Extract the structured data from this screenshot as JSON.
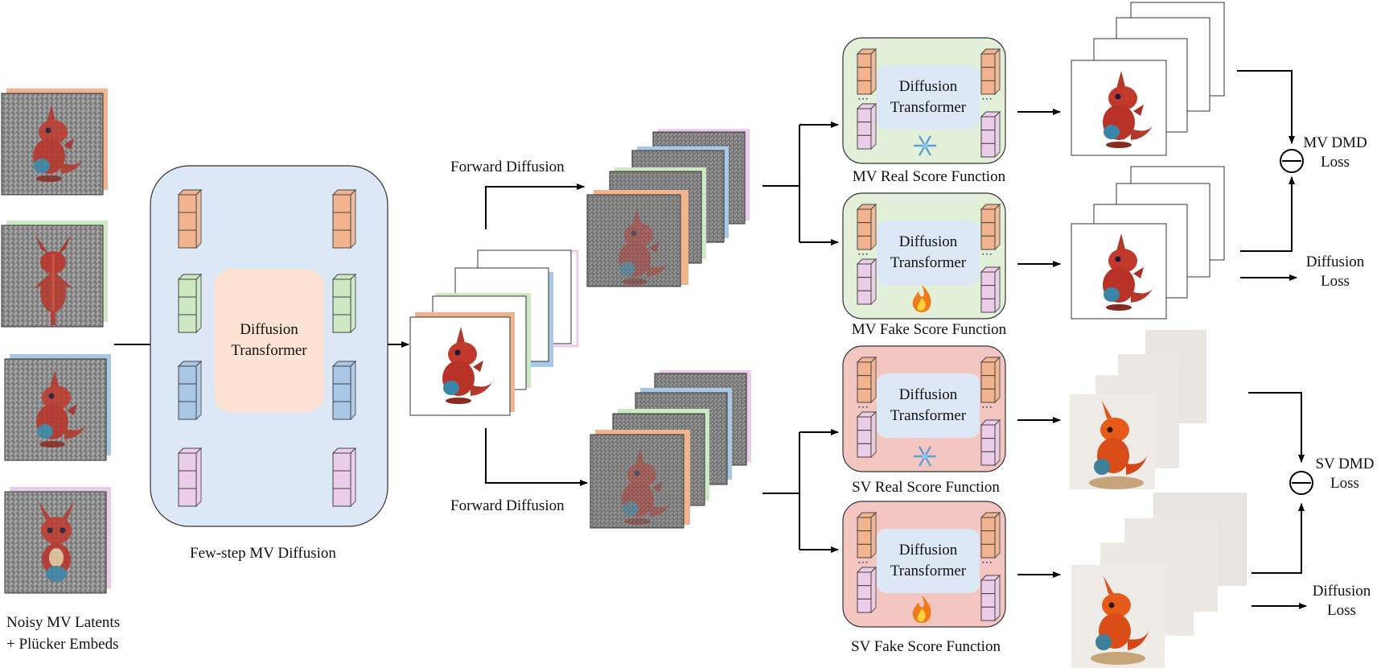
{
  "labels": {
    "noisy_line1": "Noisy MV Latents",
    "noisy_line2": "+ Plücker Embeds",
    "few_step": "Few-step MV Diffusion",
    "forward_top": "Forward Diffusion",
    "forward_bottom": "Forward Diffusion",
    "dit_line1": "Diffusion",
    "dit_line2": "Transformer",
    "mv_real": "MV Real Score Function",
    "mv_fake": "MV Fake Score Function",
    "sv_real": "SV Real Score Function",
    "sv_fake": "SV Fake Score Function",
    "mv_dmd_line1": "MV DMD",
    "mv_dmd_line2": "Loss",
    "sv_dmd_line1": "SV DMD",
    "sv_dmd_line2": "Loss",
    "diff_loss_line1": "Diffusion",
    "diff_loss_line2": "Loss"
  },
  "icons": {
    "frozen": "snowflake-icon",
    "trainable": "flame-icon",
    "subtract": "minus-circle-icon"
  },
  "colors": {
    "orange": "#f2b48f",
    "green": "#cfe8c4",
    "blue": "#a9c8e8",
    "pink": "#eccde9",
    "big_block_fill": "#dce8f5",
    "inner_dit_fill": "#fce2d3",
    "mv_score_fill": "#e2efd9",
    "sv_score_fill": "#f4c6c2"
  }
}
